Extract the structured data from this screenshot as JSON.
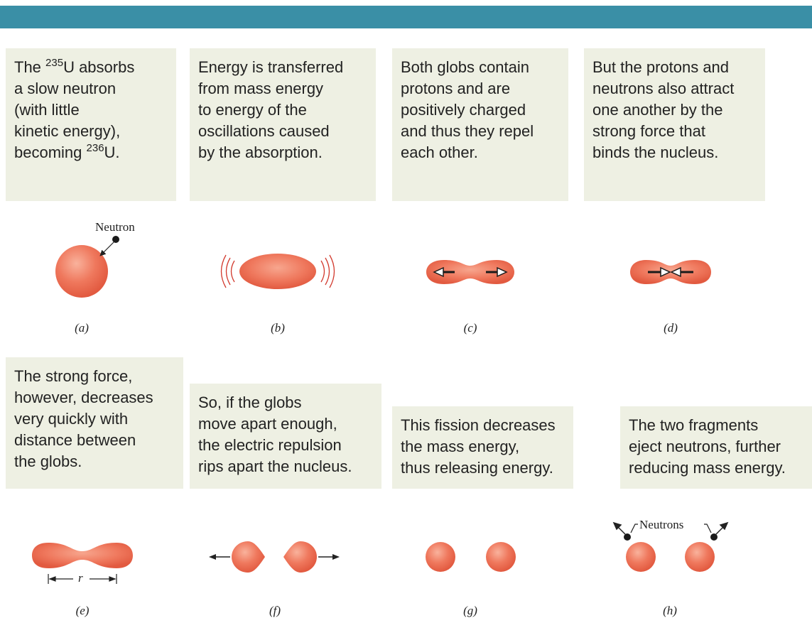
{
  "panels": [
    {
      "id": "a",
      "caption": "(a)",
      "text_pre": "The ",
      "sup1": "235",
      "text_mid": "U absorbs\na slow neutron\n(with little\nkinetic energy),\nbecoming ",
      "sup2": "236",
      "text_post": "U."
    },
    {
      "id": "b",
      "caption": "(b)",
      "text": "Energy is transferred\nfrom mass energy\nto energy of the\noscillations caused\nby the absorption."
    },
    {
      "id": "c",
      "caption": "(c)",
      "text": "Both globs contain\nprotons and are\npositively charged\nand thus they repel\neach other."
    },
    {
      "id": "d",
      "caption": "(d)",
      "text": "But the protons and\nneutrons also attract\none another by the\nstrong force that\nbinds the nucleus."
    },
    {
      "id": "e",
      "caption": "(e)",
      "text": "The strong force,\nhowever, decreases\nvery quickly with\ndistance between\nthe globs."
    },
    {
      "id": "f",
      "caption": "(f)",
      "text": "So, if the globs\nmove apart enough,\nthe electric repulsion\nrips apart the nucleus."
    },
    {
      "id": "g",
      "caption": "(g)",
      "text": "This fission decreases\nthe mass energy,\nthus releasing energy."
    },
    {
      "id": "h",
      "caption": "(h)",
      "text": "The two fragments\neject neutrons, further\nreducing mass energy."
    }
  ],
  "labels": {
    "neutron": "Neutron",
    "neutrons": "Neutrons",
    "distance": "r"
  },
  "colors": {
    "header": "#3a8fa6",
    "box": "#eef0e3",
    "nucleus": "#ee6f55",
    "nucleus_light": "#f9b29c",
    "waves": "#d23a2e"
  }
}
